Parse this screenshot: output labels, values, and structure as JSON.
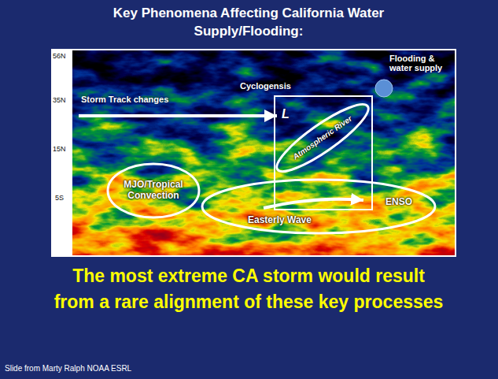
{
  "diagram": {
    "title": "Key Phenomena Affecting California Water Supply/Flooding:",
    "caption": "The most extreme CA storm would result from a rare alignment of these key processes",
    "nodes": [
      {
        "text": [
          "Atmospheric River"
        ]
      },
      {
        "text": [
          "MJO/Tropical Convection"
        ]
      },
      {
        "text": [
          "Easterly Wave",
          "ENSO"
        ]
      }
    ],
    "labels": [
      "56N",
      "35N",
      "15N",
      "5S",
      "Storm Track changes",
      "Cyclogensis",
      "L",
      "Flooding & water supply",
      "Slide from Marty Ralph NOAA ESRL"
    ]
  }
}
